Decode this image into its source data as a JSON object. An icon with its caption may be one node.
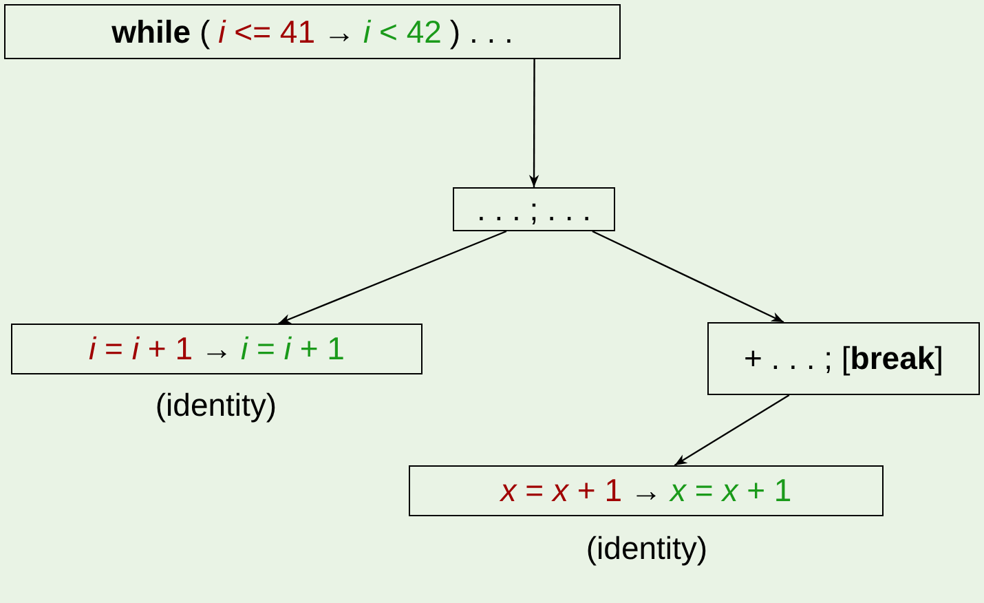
{
  "diagram": {
    "nodes": [
      {
        "text": [
          "**while** (",
          "*i* <= 41",
          "→",
          "*i* < 42",
          ") . . ."
        ]
      },
      {
        "text": [
          ". . . ; . . ."
        ]
      },
      {
        "text": [
          "*i* = *i* + 1",
          "→",
          "*i* = *i* + 1"
        ],
        "beside": [
          "(identity)"
        ]
      },
      {
        "text": [
          "+ . . . ; [**break**]"
        ]
      },
      {
        "text": [
          "*x* = *x* + 1",
          "→",
          "*x* = *x* + 1"
        ],
        "beside": [
          "(identity)"
        ]
      }
    ],
    "edges": [
      {
        "from": 0,
        "to": 1,
        "arrow": "to"
      },
      {
        "from": 1,
        "to": 2,
        "arrow": "to"
      },
      {
        "from": 1,
        "to": 3,
        "arrow": "to"
      },
      {
        "from": 3,
        "to": 4,
        "arrow": "to"
      }
    ]
  }
}
